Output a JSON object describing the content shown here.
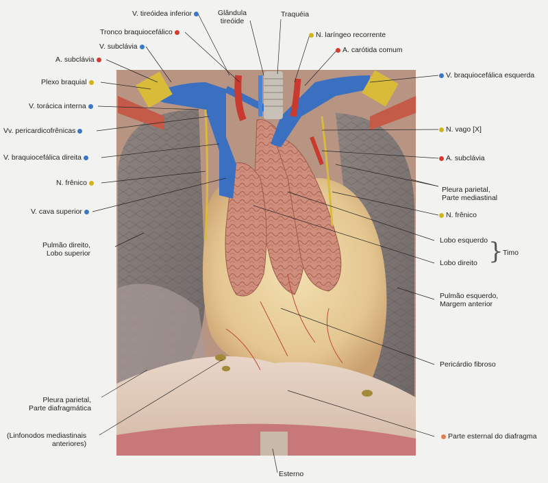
{
  "colors": {
    "artery": "#d63a2f",
    "vein": "#3b78c8",
    "nerve": "#d4b21c",
    "other": "#e08050"
  },
  "labels": {
    "tireoidea_inferior": "V. tireóidea inferior",
    "glandula_tireoide": "Glândula\ntireóide",
    "traqueia": "Traquéia",
    "tronco_braquiocefalico": "Tronco braquiocefálico",
    "laringeo_recorrente": "N. laríngeo recorrente",
    "subclavia_v": "V. subclávia",
    "carotida_comum": "A. carótida comum",
    "subclavia_a_dir": "A. subclávia",
    "braquiocefalica_esq": "V. braquiocefálica esquerda",
    "plexo_braquial": "Plexo braquial",
    "toracica_interna": "V. torácica interna",
    "pericardicofrenicas": "Vv. pericardicofrênicas",
    "vago": "N. vago [X]",
    "braquiocefalica_dir": "V. braquiocefálica direita",
    "subclavia_a_esq": "A. subclávia",
    "frenico_dir": "N. frênico",
    "pleura_mediastinal": "Pleura parietal,\nParte mediastinal",
    "cava_superior": "V. cava superior",
    "frenico_esq": "N. frênico",
    "pulmao_direito": "Pulmão direito,\nLobo superior",
    "lobo_esquerdo": "Lobo esquerdo",
    "timo": "Timo",
    "lobo_direito": "Lobo direito",
    "pulmao_esquerdo": "Pulmão esquerdo,\nMargem anterior",
    "pericardio": "Pericárdio fibroso",
    "pleura_diafragmatica": "Pleura parietal,\nParte diafragmática",
    "linfonodos": "(Linfonodos mediastinais\nanteriores)",
    "esternal_diafragma": "Parte esternal do diafragma",
    "esterno": "Esterno"
  }
}
